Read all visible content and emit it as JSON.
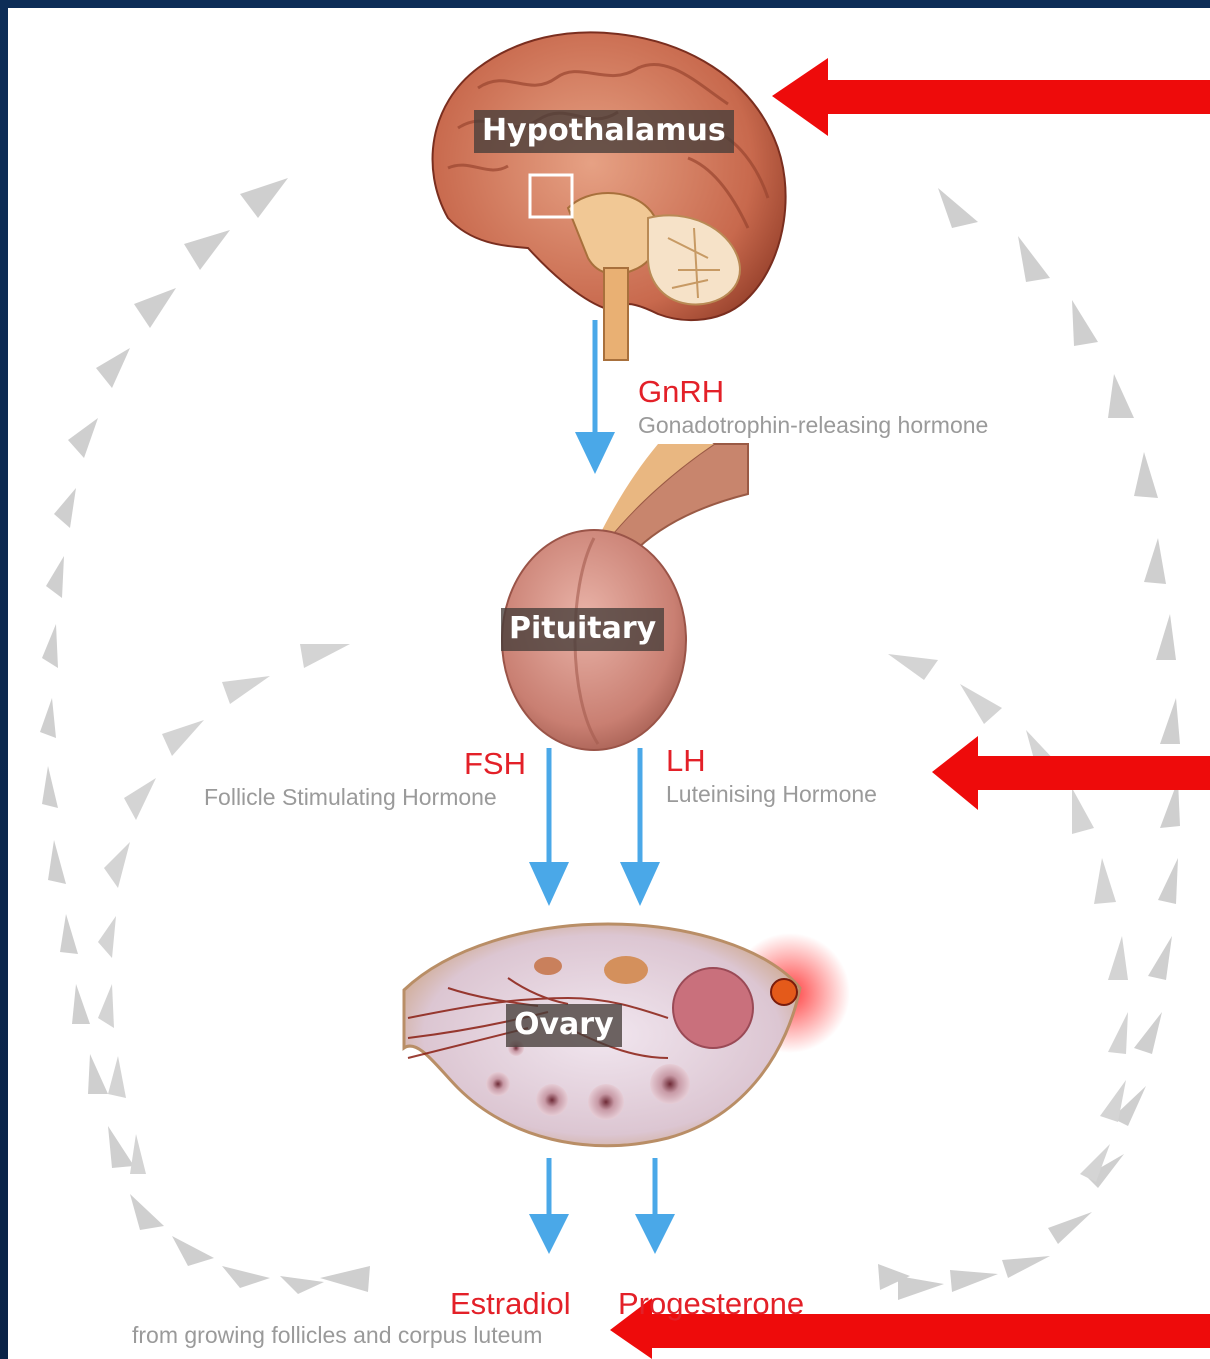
{
  "organs": {
    "hypothalamus": "Hypothalamus",
    "pituitary": "Pituitary",
    "ovary": "Ovary"
  },
  "hormones": {
    "gnrh": {
      "name": "GnRH",
      "full": "Gonadotrophin-releasing hormone"
    },
    "fsh": {
      "name": "FSH",
      "full": "Follicle Stimulating Hormone"
    },
    "lh": {
      "name": "LH",
      "full": "Luteinising Hormone"
    },
    "estradiol": {
      "name": "Estradiol",
      "full": "from growing follicles and corpus luteum"
    },
    "progesterone": {
      "name": "Progesterone"
    }
  },
  "colors": {
    "frame": "#0c2a52",
    "hormone_text": "#e32028",
    "caption_text": "#9a9a9a",
    "flow_arrow": "#4aa8e8",
    "pointer_arrow": "#ee0b0b",
    "feedback_arrow": "#c8c8c8"
  }
}
